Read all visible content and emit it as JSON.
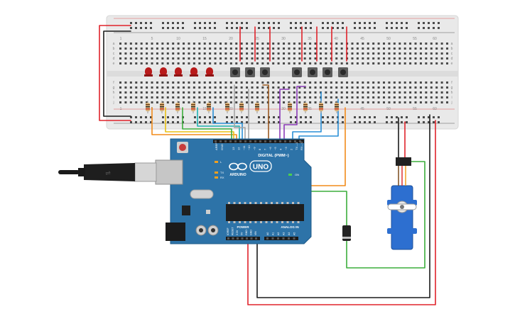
{
  "breadboard": {
    "col_numbers": [
      "1",
      "5",
      "10",
      "15",
      "20",
      "25",
      "30",
      "35",
      "40",
      "45",
      "50",
      "55",
      "60"
    ],
    "row_letters_top": [
      "a",
      "b",
      "c",
      "d",
      "e"
    ],
    "row_letters_bottom": [
      "f",
      "g",
      "h",
      "i",
      "j"
    ]
  },
  "arduino": {
    "logo": "ARDUINO",
    "model": "UNO",
    "digital_label": "DIGITAL (PWM~)",
    "power_label": "POWER",
    "analog_label": "ANALOG IN",
    "on_label": "ON",
    "tx_label": "TX",
    "rx_label": "RX",
    "l_label": "L",
    "aref_label": "AREF",
    "gnd_label": "GND",
    "digital_pins": [
      "13",
      "12",
      "~11",
      "~10",
      "~9",
      "8",
      "7",
      "~6",
      "~5",
      "4",
      "~3",
      "2",
      "TX→1",
      "RX←0"
    ],
    "power_pins": [
      "IOREF",
      "RESET",
      "3.3V",
      "5V",
      "GND",
      "GND",
      "VIN"
    ],
    "analog_pins": [
      "A0",
      "A1",
      "A2",
      "A3",
      "A4",
      "A5"
    ]
  },
  "colors": {
    "breadboard": "#e9e9e9",
    "board": "#2d73a8",
    "wire_red": "#e0232b",
    "wire_black": "#1c1c1c",
    "wire_orange": "#f28c1a",
    "wire_yellow": "#e8c014",
    "wire_green": "#3cae3c",
    "wire_teal": "#1fb3b3",
    "wire_purple": "#8c3cb8",
    "wire_blue": "#2a8fd6",
    "wire_gray": "#a5a5a5",
    "wire_brown": "#9b5a22",
    "led_red": "#b81a1a",
    "servo": "#2d6fd0"
  }
}
